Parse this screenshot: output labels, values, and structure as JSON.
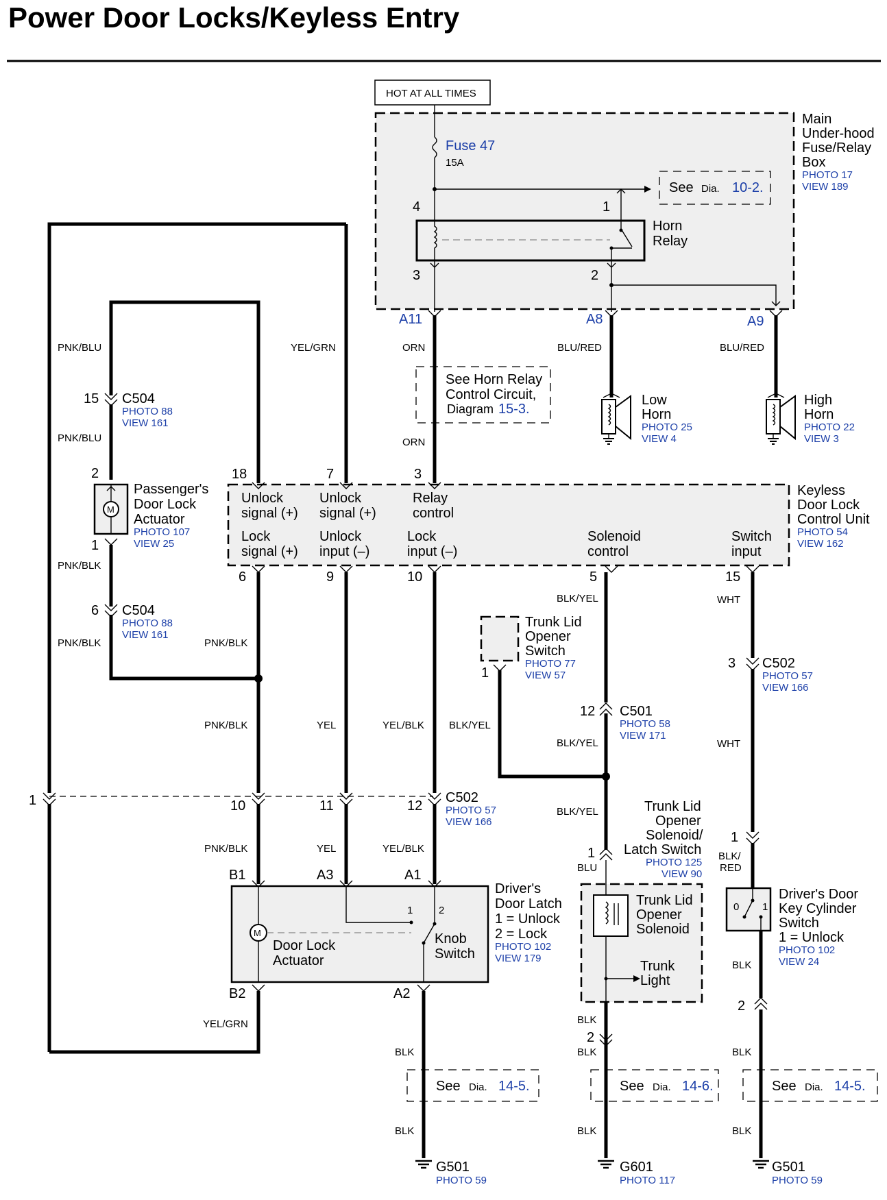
{
  "title": "Power Door Locks/Keyless Entry",
  "hot": "HOT AT ALL TIMES",
  "fusebox": {
    "l1": "Main",
    "l2": "Under-hood",
    "l3": "Fuse/Relay",
    "l4": "Box",
    "photo": "PHOTO 17",
    "view": "VIEW 189"
  },
  "fuse": {
    "name": "Fuse 47",
    "rating": "15A"
  },
  "see102": {
    "see": "See",
    "dia": "Dia.",
    "num": "10-2."
  },
  "horn_relay": {
    "l1": "Horn",
    "l2": "Relay",
    "p4": "4",
    "p1": "1",
    "p3": "3",
    "p2": "2"
  },
  "term": {
    "a11": "A11",
    "a8": "A8",
    "a9": "A9"
  },
  "wires": {
    "pnk_blu": "PNK/BLU",
    "yel_grn": "YEL/GRN",
    "orn": "ORN",
    "blu_red": "BLU/RED",
    "pnk_blk": "PNK/BLK",
    "yel": "YEL",
    "yel_blk": "YEL/BLK",
    "blk_yel": "BLK/YEL",
    "wht": "WHT",
    "blu": "BLU",
    "blk_red": "BLK/\nRED",
    "blk_red_1": "BLK/",
    "blk_red_2": "RED",
    "blk": "BLK"
  },
  "horn_relay_circuit": {
    "l1": "See Horn Relay",
    "l2": "Control Circuit,",
    "l3": "Diagram",
    "num": "15-3."
  },
  "low_horn": {
    "l1": "Low",
    "l2": "Horn",
    "photo": "PHOTO 25",
    "view": "VIEW 4"
  },
  "high_horn": {
    "l1": "High",
    "l2": "Horn",
    "photo": "PHOTO 22",
    "view": "VIEW 3"
  },
  "c504": {
    "name": "C504",
    "photo": "PHOTO 88",
    "view": "VIEW 161",
    "p15": "15",
    "p6": "6"
  },
  "pass_act": {
    "l1": "Passenger's",
    "l2": "Door Lock",
    "l3": "Actuator",
    "photo": "PHOTO 107",
    "view": "VIEW 25",
    "p2": "2",
    "p1": "1",
    "m": "M"
  },
  "kcu": {
    "l1": "Keyless",
    "l2": "Door Lock",
    "l3": "Control Unit",
    "photo": "PHOTO 54",
    "view": "VIEW 162",
    "top": {
      "p18": "18",
      "p7": "7",
      "p3": "3"
    },
    "bot": {
      "p6": "6",
      "p9": "9",
      "p10": "10",
      "p5": "5",
      "p15": "15"
    },
    "unlock_sig_1": "Unlock",
    "unlock_sig_2": "signal (+)",
    "unlock_sig2_1": "Unlock",
    "unlock_sig2_2": "signal (+)",
    "relay_1": "Relay",
    "relay_2": "control",
    "lock_sig_1": "Lock",
    "lock_sig_2": "signal (+)",
    "unlock_in_1": "Unlock",
    "unlock_in_2": "input (–)",
    "lock_in_1": "Lock",
    "lock_in_2": "input (–)",
    "sol_1": "Solenoid",
    "sol_2": "control",
    "sw_1": "Switch",
    "sw_2": "input"
  },
  "trunk_sw": {
    "l1": "Trunk Lid",
    "l2": "Opener",
    "l3": "Switch",
    "photo": "PHOTO 77",
    "view": "VIEW 57",
    "p1": "1"
  },
  "c501": {
    "name": "C501",
    "photo": "PHOTO 58",
    "view": "VIEW 171",
    "p12": "12"
  },
  "c502": {
    "name": "C502",
    "photo": "PHOTO 57",
    "view": "VIEW 166",
    "p3": "3",
    "p1": "1",
    "p10": "10",
    "p11": "11",
    "p12": "12"
  },
  "trunk_latch": {
    "l1": "Trunk Lid",
    "l2": "Opener",
    "l3": "Solenoid/",
    "l4": "Latch Switch",
    "photo": "PHOTO 125",
    "view": "VIEW 90",
    "p1": "1",
    "p2": "2"
  },
  "trunk_sol": {
    "l1": "Trunk Lid",
    "l2": "Opener",
    "l3": "Solenoid",
    "l4": "Trunk",
    "l5": "Light"
  },
  "driver_latch": {
    "l1": "Driver's",
    "l2": "Door Latch",
    "l3": "1 = Unlock",
    "l4": "2 = Lock",
    "photo": "PHOTO 102",
    "view": "VIEW 179",
    "b1": "B1",
    "a3": "A3",
    "a1": "A1",
    "b2": "B2",
    "a2": "A2",
    "act1": "Door Lock",
    "act2": "Actuator",
    "knob1": "Knob",
    "knob2": "Switch",
    "s1": "1",
    "s2": "2",
    "m": "M"
  },
  "key_cyl": {
    "l1": "Driver's Door",
    "l2": "Key Cylinder",
    "l3": "Switch",
    "l4": "1 = Unlock",
    "photo": "PHOTO 102",
    "view": "VIEW 24",
    "s0": "0",
    "s1": "1",
    "p2": "2"
  },
  "see145a": {
    "see": "See",
    "dia": "Dia.",
    "num": "14-5."
  },
  "see146": {
    "see": "See",
    "dia": "Dia.",
    "num": "14-6."
  },
  "see145b": {
    "see": "See",
    "dia": "Dia.",
    "num": "14-5."
  },
  "g501a": {
    "name": "G501",
    "photo": "PHOTO 59"
  },
  "g601": {
    "name": "G601",
    "photo": "PHOTO 117"
  },
  "g501b": {
    "name": "G501",
    "photo": "PHOTO 59"
  },
  "left_pin": "1"
}
